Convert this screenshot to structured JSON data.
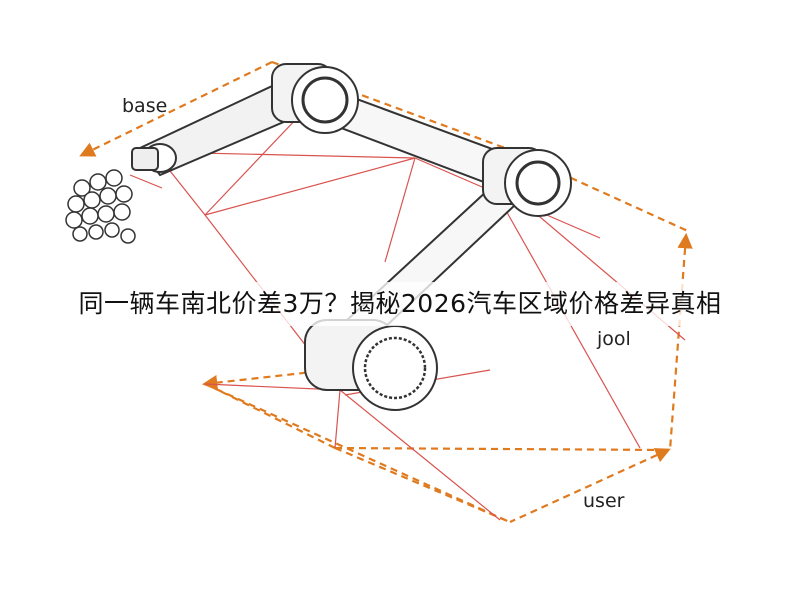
{
  "diagram": {
    "labels": {
      "base": "base",
      "tool": "jool",
      "user": "user"
    },
    "colors": {
      "frame": "#e07a1f",
      "sightline": "#d9534f",
      "link_outline": "#333333"
    }
  },
  "headline": "同一辆车南北价差3万？揭秘2026汽车区域价格差异真相"
}
